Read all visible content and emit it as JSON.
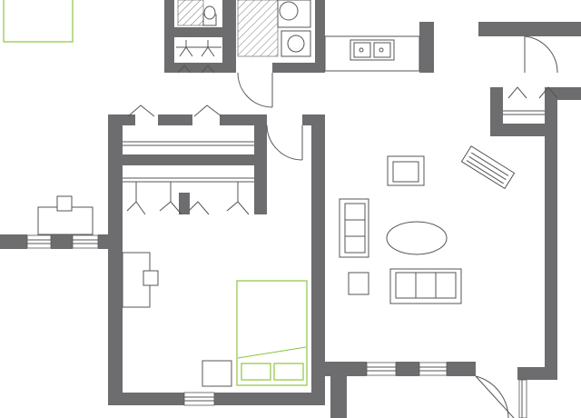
{
  "plan": {
    "colors": {
      "wall": "#6d6d6f",
      "line": "#555555",
      "bed_outline": "#8cc63f",
      "background": "#ffffff"
    },
    "rooms": [
      "bathroom",
      "closet",
      "kitchen",
      "bedroom",
      "living-room",
      "entry"
    ],
    "furniture": [
      "sofa",
      "loveseat",
      "armchair",
      "coffee-table",
      "side-table",
      "tv",
      "bed",
      "desk",
      "chair",
      "nightstand",
      "wardrobe"
    ],
    "fixtures": [
      "toilet",
      "sink",
      "double-sink",
      "shower"
    ],
    "doors": [
      "bath-door",
      "bedroom-door",
      "entry-door",
      "closet-door",
      "front-door"
    ],
    "windows": [
      "left-window",
      "bedroom-window",
      "living-window-1",
      "living-window-2",
      "right-window"
    ]
  }
}
